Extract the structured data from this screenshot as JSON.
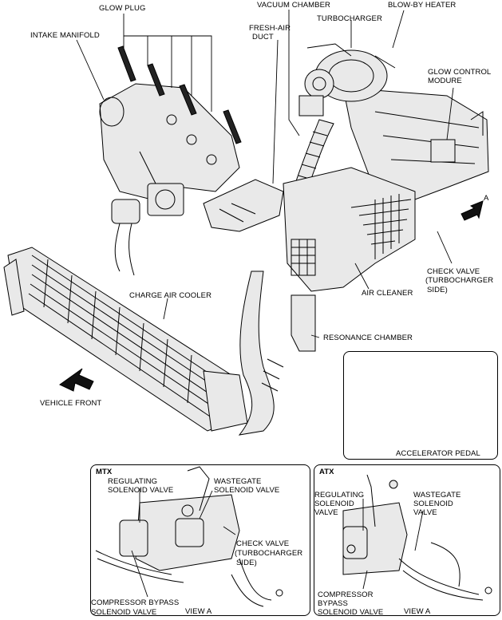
{
  "labels": {
    "glow_plug": "GLOW PLUG",
    "vacuum_chamber": "VACUUM CHAMBER",
    "turbocharger": "TURBOCHARGER",
    "blow_by_heater": "BLOW-BY HEATER",
    "intake_manifold": "INTAKE MANIFOLD",
    "fresh_air_duct_1": "FRESH-AIR",
    "fresh_air_duct_2": "DUCT",
    "glow_control_1": "GLOW CONTROL",
    "glow_control_2": "MODURE",
    "arrow_a": "A",
    "check_valve_1": "CHECK VALVE",
    "check_valve_2": "(TURBOCHARGER",
    "check_valve_3": "SIDE)",
    "charge_air_cooler": "CHARGE AIR COOLER",
    "air_cleaner": "AIR CLEANER",
    "resonance_chamber": "RESONANCE CHAMBER",
    "vehicle_front": "VEHICLE FRONT",
    "accelerator_pedal": "ACCELERATOR PEDAL"
  },
  "mtx": {
    "title": "MTX",
    "regulating_1": "REGULATING",
    "regulating_2": "SOLENOID VALVE",
    "wastegate_1": "WASTEGATE",
    "wastegate_2": "SOLENOID VALVE",
    "check_1": "CHECK VALVE",
    "check_2": "(TURBOCHARGER",
    "check_3": "SIDE)",
    "compressor_1": "COMPRESSOR BYPASS",
    "compressor_2": "SOLENOID VALVE",
    "view": "VIEW A"
  },
  "atx": {
    "title": "ATX",
    "regulating_1": "REGULATING",
    "regulating_2": "SOLENOID",
    "regulating_3": "VALVE",
    "wastegate_1": "WASTEGATE",
    "wastegate_2": "SOLENOID",
    "wastegate_3": "VALVE",
    "compressor_1": "COMPRESSOR",
    "compressor_2": "BYPASS",
    "compressor_3": "SOLENOID VALVE",
    "view": "VIEW A"
  }
}
